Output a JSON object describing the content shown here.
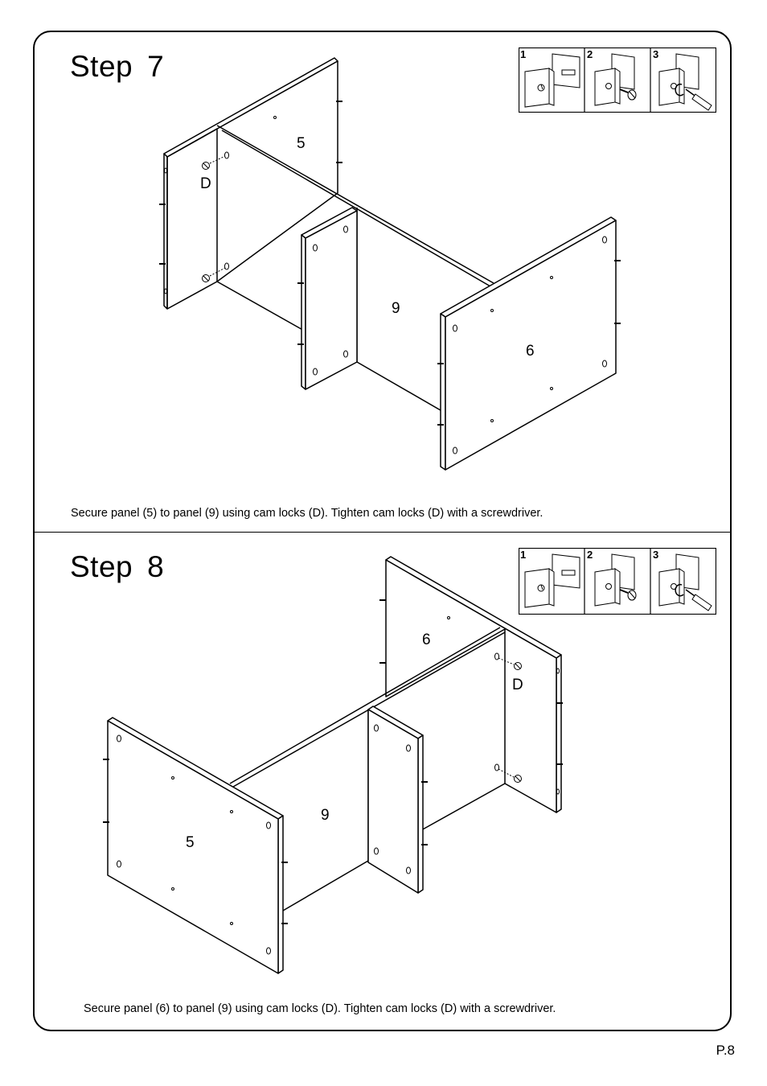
{
  "steps": [
    {
      "word": "Step",
      "number": "7",
      "instruction": "Secure panel (5) to panel (9) using cam locks (D). Tighten cam locks (D) with a screwdriver.",
      "inset_numbers": [
        "1",
        "2",
        "3"
      ],
      "labels": {
        "panel_back": "5",
        "panel_middle": "9",
        "panel_front": "6",
        "cam_lock": "D"
      }
    },
    {
      "word": "Step",
      "number": "8",
      "instruction": "Secure panel (6) to panel (9) using cam locks (D). Tighten cam locks (D) with a screwdriver.",
      "inset_numbers": [
        "1",
        "2",
        "3"
      ],
      "labels": {
        "panel_back": "6",
        "panel_middle": "9",
        "panel_front": "5",
        "cam_lock": "D"
      }
    }
  ],
  "page_number": "P.8",
  "icons": [
    "cam-lock-icon",
    "dowel-icon",
    "screwdriver-icon"
  ]
}
